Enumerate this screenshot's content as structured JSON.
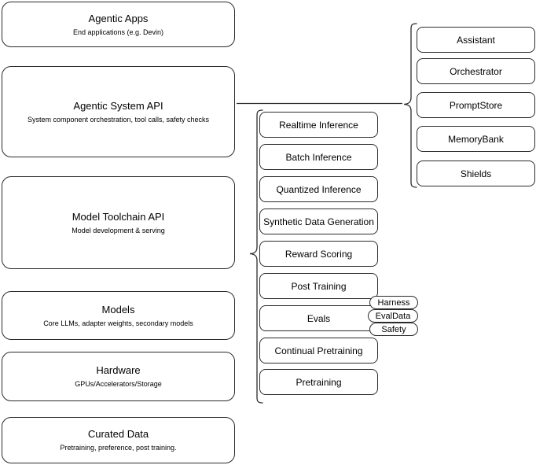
{
  "diagram": {
    "title": "Llama Stack layered architecture diagram",
    "stroke_color": "#2b2b2b",
    "background_color": "#ffffff",
    "layers": [
      {
        "id": "agentic-apps",
        "title": "Agentic Apps",
        "subtitle": "End applications (e.g. Devin)"
      },
      {
        "id": "agentic-system-api",
        "title": "Agentic System API",
        "subtitle": "System component orchestration, tool calls, safety checks"
      },
      {
        "id": "model-toolchain-api",
        "title": "Model Toolchain API",
        "subtitle": "Model development & serving"
      },
      {
        "id": "models",
        "title": "Models",
        "subtitle": "Core LLMs, adapter weights, secondary models"
      },
      {
        "id": "hardware",
        "title": "Hardware",
        "subtitle": "GPUs/Accelerators/Storage"
      },
      {
        "id": "curated-data",
        "title": "Curated Data",
        "subtitle": "Pretraining, preference, post training."
      }
    ],
    "toolchain_items": [
      {
        "id": "realtime-inference",
        "label": "Realtime Inference"
      },
      {
        "id": "batch-inference",
        "label": "Batch Inference"
      },
      {
        "id": "quantized-inference",
        "label": "Quantized Inference"
      },
      {
        "id": "synthetic-data-generation",
        "label": "Synthetic Data Generation"
      },
      {
        "id": "reward-scoring",
        "label": "Reward Scoring"
      },
      {
        "id": "post-training",
        "label": "Post Training"
      },
      {
        "id": "evals",
        "label": "Evals"
      },
      {
        "id": "continual-pretraining",
        "label": "Continual Pretraining"
      },
      {
        "id": "pretraining",
        "label": "Pretraining"
      }
    ],
    "evals_pills": [
      {
        "id": "harness",
        "label": "Harness"
      },
      {
        "id": "evaldata",
        "label": "EvalData"
      },
      {
        "id": "safety",
        "label": "Safety"
      }
    ],
    "agentic_system_items": [
      {
        "id": "assistant",
        "label": "Assistant"
      },
      {
        "id": "orchestrator",
        "label": "Orchestrator"
      },
      {
        "id": "promptstore",
        "label": "PromptStore"
      },
      {
        "id": "memorybank",
        "label": "MemoryBank"
      },
      {
        "id": "shields",
        "label": "Shields"
      }
    ]
  }
}
